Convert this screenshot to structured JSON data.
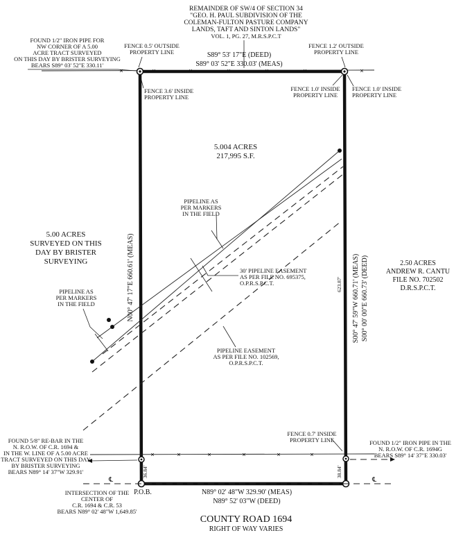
{
  "title_block": {
    "line1": "REMAINDER OF SW/4 OF SECTION 34",
    "line2": "\"GEO. H. PAUL SUBDIVISION OF THE",
    "line3": "COLEMAN-FULTON PASTURE COMPANY",
    "line4": "LANDS, TAFT AND SINTON LANDS\"",
    "line5": "VOL. 1, PG. 27, M.R.S.P.C.T"
  },
  "nw_corner": {
    "line1": "FOUND 1/2\" IRON PIPE FOR",
    "line2": "NW CORNER OF A 5.00",
    "line3": "ACRE TRACT SURVEYED",
    "line4": "ON THIS DAY BY BRISTER SURVEYING",
    "line5": "BEARS S89° 03' 52\"E 330.11'"
  },
  "fence_nw_outside": {
    "line1": "FENCE 0.5' OUTSIDE",
    "line2": "PROPERTY LINE"
  },
  "fence_ne_outside": {
    "line1": "FENCE 1.2' OUTSIDE",
    "line2": "PROPERTY LINE"
  },
  "fence_nw_inside": {
    "line1": "FENCE 3.6' INSIDE",
    "line2": "PROPERTY LINE"
  },
  "fence_ne_inside_a": {
    "line1": "FENCE 1.0' INSIDE",
    "line2": "PROPERTY LINE"
  },
  "fence_ne_inside_b": {
    "line1": "FENCE 1.0' INSIDE",
    "line2": "PROPERTY LINE"
  },
  "fence_se_inside": {
    "line1": "FENCE 0.7' INSIDE",
    "line2": "PROPERTY LINE"
  },
  "north_line": {
    "deed": "S89° 53' 17\"E (DEED)",
    "meas": "S89° 03' 52\"E  330.03' (MEAS)"
  },
  "west_line": {
    "meas": "N00° 47' 17\"E  660.61' (MEAS)"
  },
  "east_line": {
    "meas": "S00° 47' 59\"W  660.71' (MEAS)",
    "deed": "S00° 00' 00\"E  660.73' (DEED)",
    "dist": "623.87'"
  },
  "south_line": {
    "meas": "N89° 02' 48\"W  329.90' (MEAS)",
    "deed": "N89° 52' 03\"W (DEED)"
  },
  "tract": {
    "acres": "5.004 ACRES",
    "sqft": "217,995 S.F."
  },
  "west_tract": {
    "line1": "5.00 ACRES",
    "line2": "SURVEYED ON THIS",
    "line3": "DAY BY BRISTER",
    "line4": "SURVEYING"
  },
  "east_tract": {
    "line1": "2.50 ACRES",
    "line2": "ANDREW R. CANTU",
    "line3": "FILE NO. 702502",
    "line4": "D.R.S.P.C.T."
  },
  "pipeline_upper": {
    "line1": "PIPELINE AS",
    "line2": "PER MARKERS",
    "line3": "IN THE FIELD"
  },
  "pipeline_lower": {
    "line1": "PIPELINE AS",
    "line2": "PER MARKERS",
    "line3": "IN THE FIELD"
  },
  "easement_30": {
    "line1": "30' PIPELINE EASEMENT",
    "line2": "AS PER FILE NO. 695375,",
    "line3": "O.P.R.S.P.C.T."
  },
  "easement_102569": {
    "line1": "PIPELINE EASEMENT",
    "line2": "AS PER FILE NO. 102569,",
    "line3": "O.P.R.S.P.C.T."
  },
  "sw_corner": {
    "line1": "FOUND 5/8\" RE-BAR IN THE",
    "line2": "N. R.O.W. OF C.R. 1694 &",
    "line3": "IN THE W. LINE OF A 5.00 ACRE",
    "line4": "TRACT SURVEYED ON THIS DAY",
    "line5": "BY BRISTER SURVEYING",
    "line6": "BEARS N89° 14' 37\"W  329.91'"
  },
  "se_corner": {
    "line1": "FOUND 1/2\" IRON PIPE IN THE",
    "line2": "N. R.O.W. OF C.R. 1694G",
    "line3": "BEARS S89° 14' 37\"E  330.03'"
  },
  "intersection": {
    "line1": "INTERSECTION OF THE",
    "line2": "CENTER OF",
    "line3": "C.R. 1694 & C.R. 53",
    "line4": "BEARS N89° 02' 48\"W  1,649.85'"
  },
  "pob": "P.O.B.",
  "row_sw": "36.84'",
  "row_se": "38.84'",
  "centerline_w": "℄",
  "centerline_e": "℄",
  "road": {
    "name": "COUNTY ROAD 1694",
    "row": "RIGHT OF WAY VARIES"
  }
}
